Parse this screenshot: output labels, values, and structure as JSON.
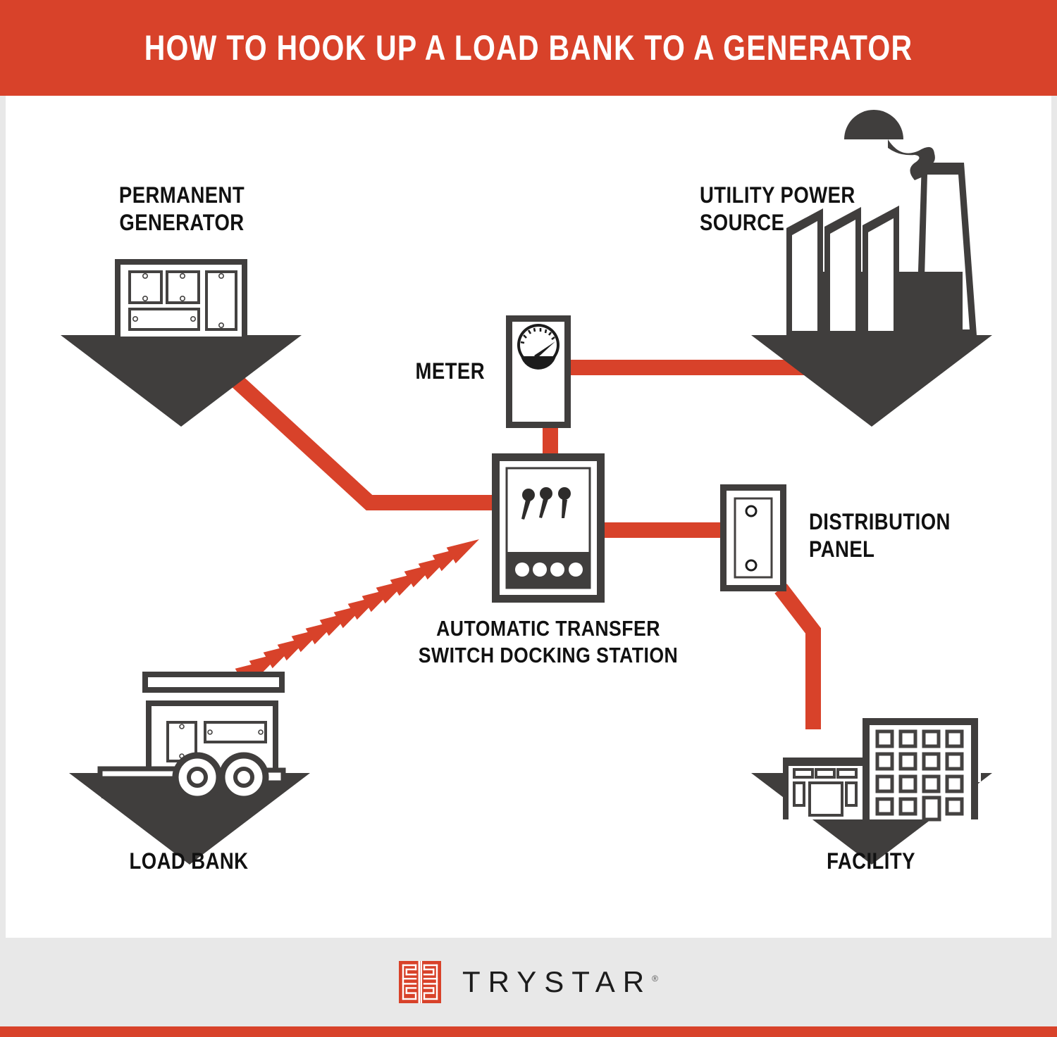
{
  "header": {
    "title": "HOW TO HOOK UP A LOAD BANK TO A GENERATOR",
    "bg_color": "#d8422a",
    "text_color": "#ffffff"
  },
  "colors": {
    "red": "#d8422a",
    "dark": "#403e3d",
    "page_bg": "#e8e8e8",
    "canvas_bg": "#ffffff",
    "label_text": "#111111"
  },
  "diagram": {
    "nodes": [
      {
        "id": "permanent-generator",
        "label_line1": "PERMANENT",
        "label_line2": "GENERATOR",
        "icon": "generator-cabinet-icon",
        "arrow": "down-arrow"
      },
      {
        "id": "utility-power-source",
        "label_line1": "UTILITY POWER",
        "label_line2": "SOURCE",
        "icon": "factory-icon",
        "arrow": "down-arrow"
      },
      {
        "id": "meter",
        "label_line1": "METER",
        "label_line2": "",
        "icon": "meter-gauge-icon",
        "arrow": ""
      },
      {
        "id": "automatic-transfer-switch",
        "label_line1": "AUTOMATIC TRANSFER",
        "label_line2": "SWITCH DOCKING STATION",
        "icon": "transfer-switch-icon",
        "arrow": ""
      },
      {
        "id": "distribution-panel",
        "label_line1": "DISTRIBUTION",
        "label_line2": "PANEL",
        "icon": "panel-box-icon",
        "arrow": ""
      },
      {
        "id": "load-bank",
        "label_line1": "LOAD BANK",
        "label_line2": "",
        "icon": "trailer-load-bank-icon",
        "arrow": "down-arrow"
      },
      {
        "id": "facility",
        "label_line1": "FACILITY",
        "label_line2": "",
        "icon": "facility-buildings-icon",
        "arrow": "down-arrow"
      }
    ],
    "connections": [
      {
        "from": "permanent-generator",
        "to": "automatic-transfer-switch",
        "style": "solid-red-line"
      },
      {
        "from": "utility-power-source",
        "to": "meter",
        "style": "solid-red-line"
      },
      {
        "from": "meter",
        "to": "automatic-transfer-switch",
        "style": "solid-red-line"
      },
      {
        "from": "automatic-transfer-switch",
        "to": "distribution-panel",
        "style": "solid-red-line"
      },
      {
        "from": "distribution-panel",
        "to": "facility",
        "style": "solid-red-line"
      },
      {
        "from": "automatic-transfer-switch",
        "to": "load-bank",
        "style": "red-chevron-arrow-trail"
      }
    ]
  },
  "footer": {
    "brand": "TRYSTAR",
    "registered_mark": "®",
    "logo_icon": "trystar-maze-t-logo"
  }
}
